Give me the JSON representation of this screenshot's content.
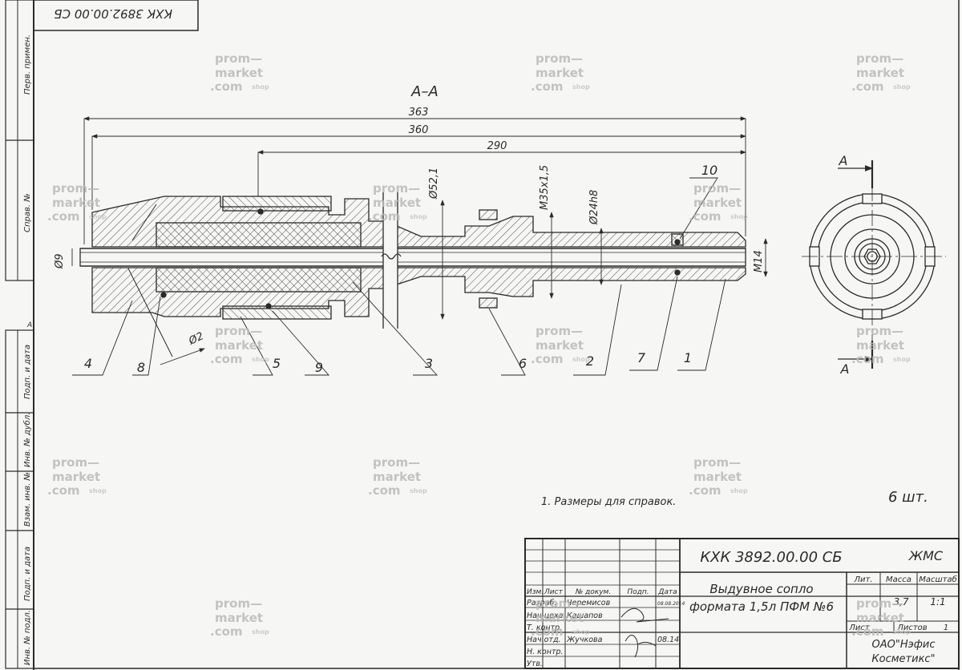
{
  "doc": {
    "code_rotated": "КХК 3892.00.00 СБ",
    "section_label": "А–А",
    "note": "1.   Размеры для справок.",
    "quantity_note": "6 шт."
  },
  "side_labels": [
    "Перв. примен.",
    "Справ. №",
    "Подп. и дата",
    "Инв. № дубл.",
    "Взам. инв. №",
    "Подп. и дата",
    "Инв. № подл."
  ],
  "side_mark": "А",
  "dimensions": {
    "d363": "363",
    "d360": "360",
    "d290": "290",
    "phi52": "Ø52,1",
    "m35": "M35x1,5",
    "phi24": "Ø24h8",
    "phi9": "Ø9",
    "m14": "M14",
    "phi2": "Ø2"
  },
  "callouts": [
    "4",
    "8",
    "5",
    "9",
    "3",
    "6",
    "2",
    "7",
    "1",
    "10"
  ],
  "view_markers": [
    "А",
    "А"
  ],
  "title_block": {
    "designation": "КХК 3892.00.00 СБ",
    "material_code": "ЖМС",
    "name_line1": "Выдувное сопло",
    "name_line2": "формата 1,5л ПФМ №6",
    "hdr_lit": "Лит.",
    "hdr_mass": "Масса",
    "hdr_scale": "Масштаб",
    "mass": "3,7",
    "scale": "1:1",
    "sheet_label": "Лист",
    "sheets_label": "Листов",
    "sheets_count": "1",
    "org_line1": "ОАО\"Нэфис",
    "org_line2": "Косметикс\"",
    "col_headers": [
      "Изм.",
      "Лист",
      "№ докум.",
      "Подп.",
      "Дата"
    ],
    "roles": [
      "Разраб.",
      "Нач.цеха",
      "Т. контр.",
      "Нач.отд.",
      "Н. контр.",
      "Утв."
    ],
    "names": [
      "Черемисов",
      "Кашапов",
      "",
      "Жучкова",
      "",
      ""
    ],
    "dates": [
      "08.08.2014",
      "",
      "",
      "08.14",
      "",
      ""
    ]
  },
  "watermark": {
    "line1": "prom—",
    "line2": "market",
    "line3": ".com",
    "shop": "shop"
  }
}
